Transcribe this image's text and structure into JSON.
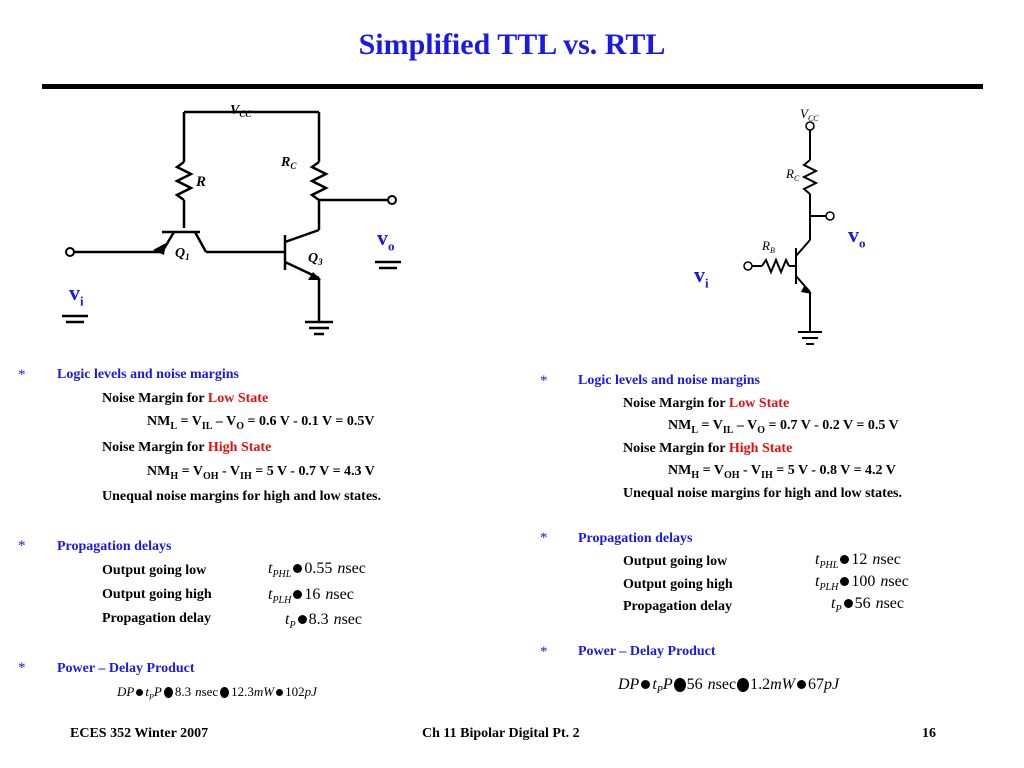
{
  "slide": {
    "title": "Simplified  TTL  vs.  RTL",
    "footer_left": "ECES 352  Winter 2007",
    "footer_center": "Ch 11 Bipolar  Digital Pt. 2",
    "footer_right": "16"
  },
  "ttl_circuit": {
    "vcc": "V",
    "vcc_sub": "CC",
    "r": "R",
    "rc": "R",
    "rc_sub": "C",
    "q1": "Q",
    "q1_sub": "1",
    "q3": "Q",
    "q3_sub": "3",
    "vo": "v",
    "vo_sub": "o",
    "vi": "v",
    "vi_sub": "i"
  },
  "rtl_circuit": {
    "vcc": "V",
    "vcc_sub": "CC",
    "rc": "R",
    "rc_sub": "C",
    "rb": "R",
    "rb_sub": "B",
    "vo": "v",
    "vo_sub": "o",
    "vi": "v",
    "vi_sub": "i"
  },
  "left": {
    "star": "*",
    "bullet": "",
    "sub_bullet": "",
    "logic_heading": "Logic levels  and  noise  margins",
    "nm_low_prefix": "Noise  Margin  for ",
    "low_state": "Low  State",
    "nml_a": "NM",
    "nml_a_sub": "L",
    "nml_b": " = V",
    "nml_b_sub": "IL",
    "nml_c": " – V",
    "nml_c_sub": "O",
    "nml_d": " = 0.6 V - 0.1 V = 0.5V",
    "nm_high_prefix": "Noise  Margin  for ",
    "high_state": "High  State",
    "nmh_a": "NM",
    "nmh_a_sub": "H",
    "nmh_b": " = V",
    "nmh_b_sub": "OH",
    "nmh_c": " - V",
    "nmh_c_sub": "IH",
    "nmh_d": " = 5 V - 0.7 V = 4.3 V",
    "unequal": "Unequal  noise  margins  for  high   and  low states.",
    "prop_heading": "Propagation delays",
    "out_low": "Output going low",
    "out_high": "Output going high",
    "prop_delay": "Propagation delay",
    "t": "t",
    "tphl_sub": "PHL",
    "tphl_val": "0.55",
    "tplh_sub": "PLH",
    "tplh_val": "16",
    "tp_sub": "P",
    "tp_val": "8.3",
    "n": "n",
    "sec": "sec",
    "pdp_heading": "Power – Delay Product",
    "dp": "DP",
    "p": "P",
    "pdp_tp": "8.3",
    "pdp_pw": "12.3",
    "mw": "mW",
    "pdp_result": "102",
    "pj": "pJ"
  },
  "right": {
    "star": "*",
    "bullet": "",
    "sub_bullet": "",
    "logic_heading": "Logic levels  and  noise  margins",
    "nm_low_prefix": "Noise  Margin  for ",
    "low_state": "Low  State",
    "nml_a": "NM",
    "nml_a_sub": "L",
    "nml_b": " = V",
    "nml_b_sub": "IL",
    "nml_c": " – V",
    "nml_c_sub": "O",
    "nml_d": " = 0.7 V - 0.2 V = 0.5 V",
    "nm_high_prefix": "Noise  Margin  for ",
    "high_state": "High  State",
    "nmh_a": "NM",
    "nmh_a_sub": "H",
    "nmh_b": " = V",
    "nmh_b_sub": "OH",
    "nmh_c": " - V",
    "nmh_c_sub": "IH",
    "nmh_d": " = 5 V - 0.8 V = 4.2 V",
    "unequal": "Unequal  noise  margins  for  high   and  low  states.",
    "prop_heading": "Propagation delays",
    "out_low": "Output going low",
    "out_high": "Output going high",
    "prop_delay": "Propagation delay",
    "t": "t",
    "tphl_sub": "PHL",
    "tphl_val": "12",
    "tplh_sub": "PLH",
    "tplh_val": "100",
    "tp_sub": "P",
    "tp_val": "56",
    "n": "n",
    "sec": "sec",
    "pdp_heading": "Power – Delay Product",
    "dp": "DP",
    "p": "P",
    "pdp_tp": "56",
    "pdp_pw": "1.2",
    "mw": "mW",
    "pdp_result": "67",
    "pj": "pJ"
  }
}
